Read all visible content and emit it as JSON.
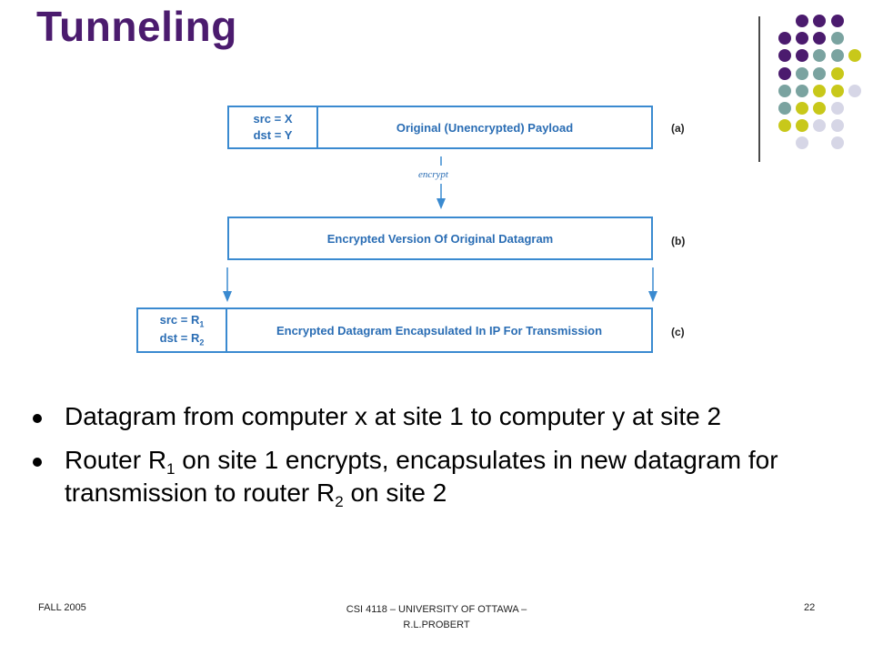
{
  "slide": {
    "title": "Tunneling",
    "footer_left": "FALL 2005",
    "footer_center_line1": "CSI 4118 – UNIVERSITY OF OTTAWA –",
    "footer_center_line2": "R.L.PROBERT",
    "footer_right": "22"
  },
  "colors": {
    "title": "#4b1b6e",
    "diagram_blue": "#3a8ad0",
    "dot_purple": "#4b1b6e",
    "dot_teal": "#7aa3a0",
    "dot_olive": "#c8c81a",
    "dot_lavender": "#d6d6e6"
  },
  "diagram": {
    "row_a": {
      "src": "src = X",
      "dst": "dst = Y",
      "payload": "Original (Unencrypted) Payload",
      "tag": "(a)"
    },
    "encrypt_label": "encrypt",
    "row_b": {
      "payload": "Encrypted Version Of Original Datagram",
      "tag": "(b)"
    },
    "row_c": {
      "src_prefix": "src = R",
      "src_sub": "1",
      "dst_prefix": "dst = R",
      "dst_sub": "2",
      "payload": "Encrypted Datagram Encapsulated In IP For Transmission",
      "tag": "(c)"
    }
  },
  "bullets": {
    "b1": "Datagram from computer x at site 1 to computer y at site 2",
    "b2_part1": "Router R",
    "b2_sub1": "1",
    "b2_part2": " on site 1 encrypts, encapsulates in new datagram for transmission to router R",
    "b2_sub2": "2",
    "b2_part3": " on site 2"
  }
}
